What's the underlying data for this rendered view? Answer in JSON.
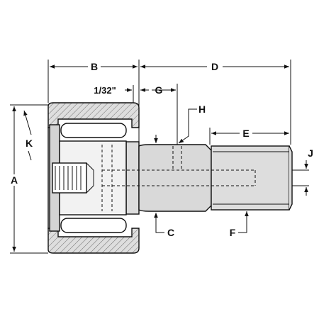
{
  "diagram": {
    "labels": {
      "a": "A",
      "b": "B",
      "c": "C",
      "d": "D",
      "e": "E",
      "f": "F",
      "g": "G",
      "h": "H",
      "j": "J",
      "k": "K",
      "clearance": "1/32\""
    },
    "colors": {
      "line": "#111111",
      "metal": "#d9d9d9",
      "metal_light": "#e6e6e6",
      "background": "#ffffff"
    }
  }
}
